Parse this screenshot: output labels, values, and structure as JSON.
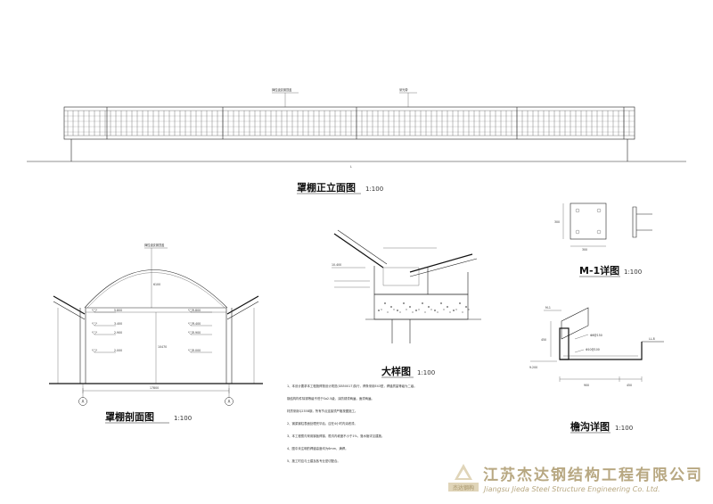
{
  "elevation": {
    "title": "罩棚正立面图",
    "scale": "1:100",
    "label_left": "弹性波纹钢顶盖",
    "label_right": "采光带",
    "dim": "L"
  },
  "section": {
    "title": "罩棚剖面图",
    "scale": "1:100",
    "top_label": "弹性波纹钢顶盖",
    "axis_left": "A",
    "axis_right": "A",
    "dim_total": "17800",
    "dim_height": "6100",
    "dim_mid": "10470",
    "levels_left": [
      "5.800",
      "3.400",
      "2.900",
      "2.000"
    ],
    "levels_right": [
      "5.800",
      "3.400",
      "2.900",
      "2.000"
    ]
  },
  "detail": {
    "title": "大样图",
    "scale": "1:100",
    "elev": "10.400"
  },
  "m1": {
    "title": "M-1详图",
    "scale": "1:100",
    "dim_a": "300",
    "dim_b": "300"
  },
  "gutter": {
    "title": "檐沟详图",
    "scale": "1:100",
    "label_top": "M-1",
    "label_ll": "LL-8",
    "rebar1": "Φ8@150",
    "rebar2": "Φ10@100",
    "level": "9.200",
    "dim_bottom_left": "900",
    "dim_bottom_right": "450",
    "dim_left": "450"
  },
  "notes": [
    "1、本设计要求本工程施焊按设计规范(GB50017)执行，焊条采用E43型，焊缝质量等级为二级。",
    "   钢结构构件除锈等级不低于Sa2.5级，涂防锈漆两遍，面漆两遍。",
    "   材质采用Q235B钢，所有节点连接须严格按图施工。",
    "2、钢梁钢柱表面处理完毕后，应在4小时内涂底漆。",
    "3、本工程檐沟采用钢板焊接，檐沟内坡度不小于1%，落水管详见建施。",
    "4、图中未注明的焊缝高度均为6mm，满焊。",
    "5、施工时应与土建及各专业密切配合。"
  ],
  "company": {
    "name_cn": "江苏杰达钢结构工程有限公司",
    "name_en": "Jiangsu Jieda Steel Structure Engineering Co. Ltd.",
    "logo_text": "杰达钢构"
  },
  "colors": {
    "line": "#222222",
    "watermark": "#b8a882"
  }
}
